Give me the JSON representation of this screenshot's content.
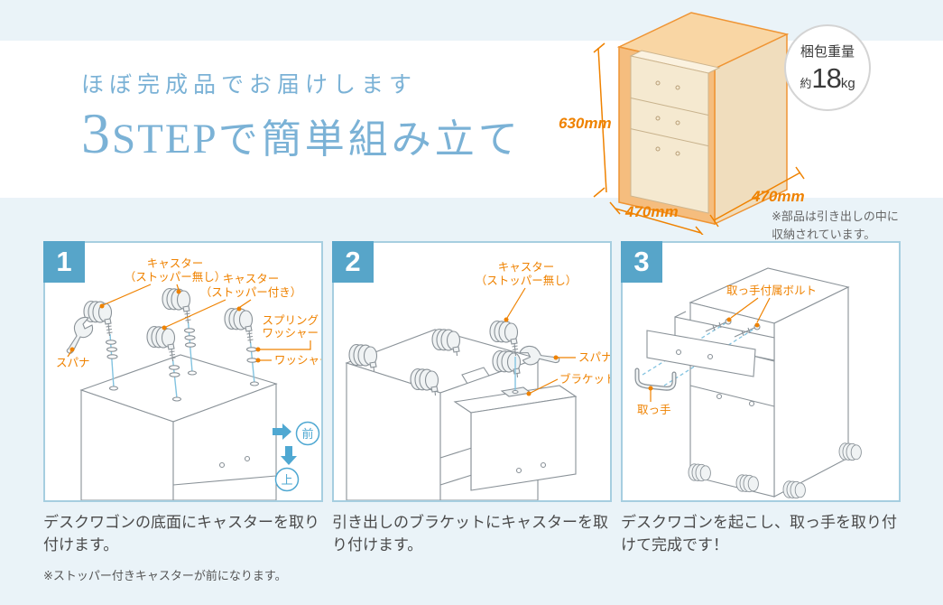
{
  "header": {
    "subtitle": "ほぼ完成品でお届けします",
    "title_number": "3",
    "title_step": "STEP",
    "title_suffix": "で簡単組み立て"
  },
  "package": {
    "dim_height": "630mm",
    "dim_depth": "470mm",
    "dim_width": "470mm",
    "weight_label": "梱包重量",
    "weight_approx": "約",
    "weight_value": "18",
    "weight_unit": "kg",
    "note_lines": [
      "※部品は引き出しの中に",
      "収納されています。"
    ]
  },
  "steps": [
    {
      "number": "1",
      "caption": "デスクワゴンの底面にキャスターを取り付けます。",
      "note": "※ストッパー付きキャスターが前になります。",
      "labels": {
        "caster_no_stopper_1": "キャスター",
        "caster_no_stopper_2": "（ストッパー無し）",
        "caster_stopper_1": "キャスター",
        "caster_stopper_2": "（ストッパー付き）",
        "spring_washer_1": "スプリング",
        "spring_washer_2": "ワッシャー",
        "washer": "ワッシャー",
        "wrench": "スパナ",
        "front": "前",
        "up": "上"
      }
    },
    {
      "number": "2",
      "caption": "引き出しのブラケットにキャスターを取り付けます。",
      "labels": {
        "caster_no_stopper_1": "キャスター",
        "caster_no_stopper_2": "（ストッパー無し）",
        "wrench": "スパナ",
        "bracket": "ブラケット"
      }
    },
    {
      "number": "3",
      "caption": "デスクワゴンを起こし、取っ手を取り付けて完成です！",
      "labels": {
        "handle_bolts": "取っ手付属ボルト",
        "handle": "取っ手"
      }
    }
  ],
  "colors": {
    "accent_orange": "#ef8200",
    "heading_blue": "#7bb2d6",
    "step_badge_blue": "#57a5c9",
    "panel_border_blue": "#a6cee0",
    "background_blue": "#eaf3f8",
    "arrow_blue": "#4fa8d2"
  }
}
